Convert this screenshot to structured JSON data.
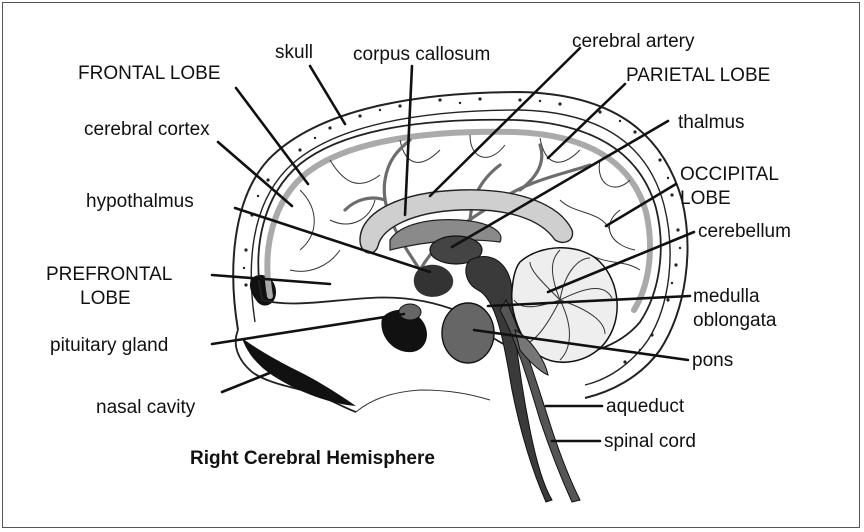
{
  "title": "Right Cerebral Hemisphere",
  "labels": {
    "skull": "skull",
    "corpus_callosum": "corpus callosum",
    "cerebral_artery": "cerebral artery",
    "frontal_lobe": "FRONTAL LOBE",
    "parietal_lobe": "PARIETAL  LOBE",
    "cerebral_cortex": "cerebral cortex",
    "thalmus": "thalmus",
    "occipital_lobe_1": "OCCIPITAL",
    "occipital_lobe_2": "LOBE",
    "hypothalmus": "hypothalmus",
    "cerebellum": "cerebellum",
    "prefrontal_lobe_1": "PREFRONTAL",
    "prefrontal_lobe_2": "LOBE",
    "medulla_1": "medulla",
    "medulla_2": "oblongata",
    "pituitary_gland": "pituitary  gland",
    "pons": "pons",
    "nasal_cavity": "nasal cavity",
    "aqueduct": "aqueduct",
    "spinal_cord": "spinal cord"
  }
}
